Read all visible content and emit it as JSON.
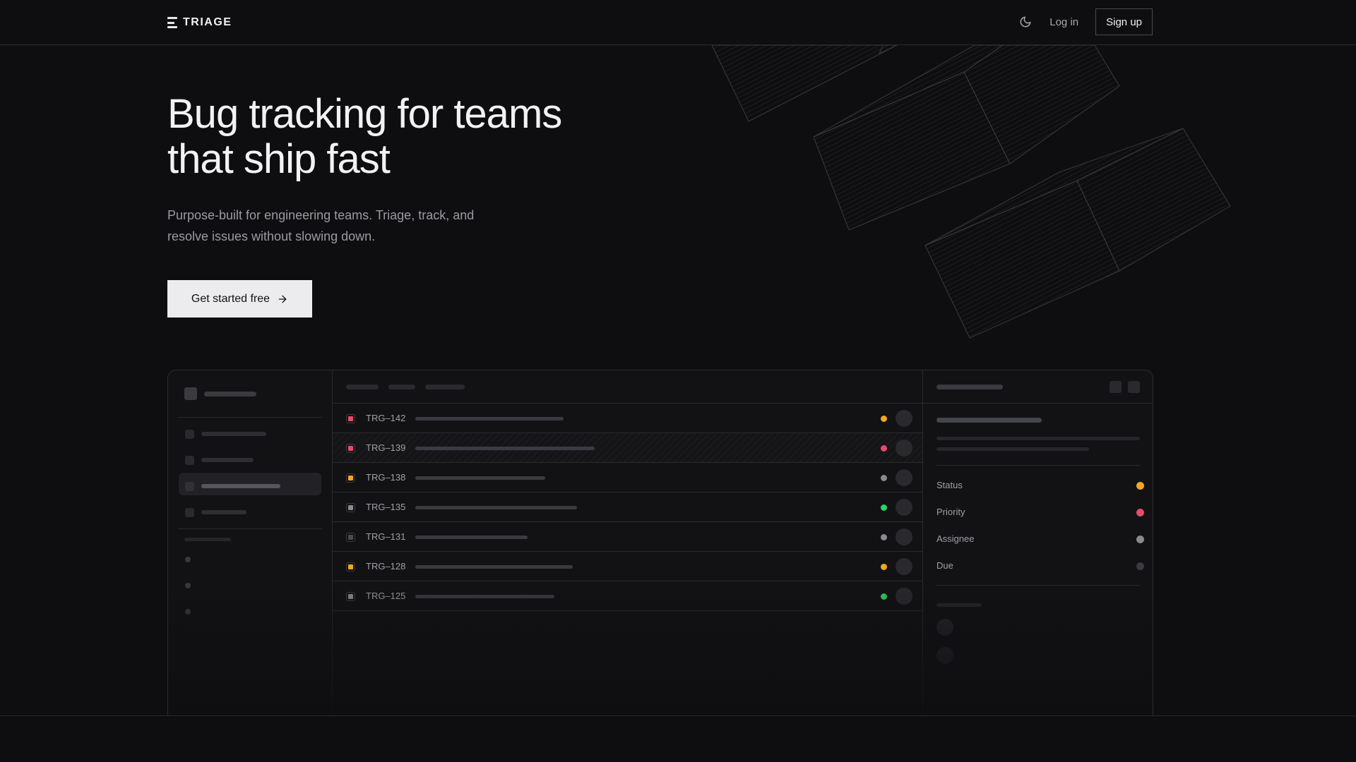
{
  "brand": {
    "name": "TRIAGE"
  },
  "nav": {
    "login": "Log in",
    "signup": "Sign up",
    "theme_icon": "moon-icon"
  },
  "hero": {
    "title_line1": "Bug tracking for teams",
    "title_line2": "that ship fast",
    "subtitle_line1": "Purpose-built for engineering teams. Triage, track, and",
    "subtitle_line2": "resolve issues without slowing down.",
    "cta": "Get started free",
    "cta_icon": "arrow-right-icon"
  },
  "issues": [
    {
      "id": "TRG–142",
      "type_color": "#e84a6a",
      "status_color": "#f5a623",
      "bar_fraction": 0.33
    },
    {
      "id": "TRG–139",
      "type_color": "#e84a6a",
      "status_color": "#e84a6a",
      "bar_fraction": 0.4,
      "highlighted": true
    },
    {
      "id": "TRG–138",
      "type_color": "#f5a623",
      "status_color": "#8a8a92",
      "bar_fraction": 0.29
    },
    {
      "id": "TRG–135",
      "type_color": "#8a8a92",
      "status_color": "#2bd46a",
      "bar_fraction": 0.36
    },
    {
      "id": "TRG–131",
      "type_color": "#4a4a50",
      "status_color": "#8a8a92",
      "bar_fraction": 0.25
    },
    {
      "id": "TRG–128",
      "type_color": "#f5a623",
      "status_color": "#f5a623",
      "bar_fraction": 0.35
    },
    {
      "id": "TRG–125",
      "type_color": "#8a8a92",
      "status_color": "#2bd46a",
      "bar_fraction": 0.31
    }
  ],
  "panel": {
    "properties": [
      {
        "label": "Status",
        "color": "#f5a623"
      },
      {
        "label": "Priority",
        "color": "#e84a6a"
      },
      {
        "label": "Assignee",
        "color": "#8a8a92"
      },
      {
        "label": "Due",
        "color": "#3a3a40"
      }
    ]
  },
  "colors": {
    "background": "#0e0e10",
    "accent_red": "#e84a6a",
    "accent_orange": "#f5a623",
    "accent_green": "#2bd46a"
  }
}
